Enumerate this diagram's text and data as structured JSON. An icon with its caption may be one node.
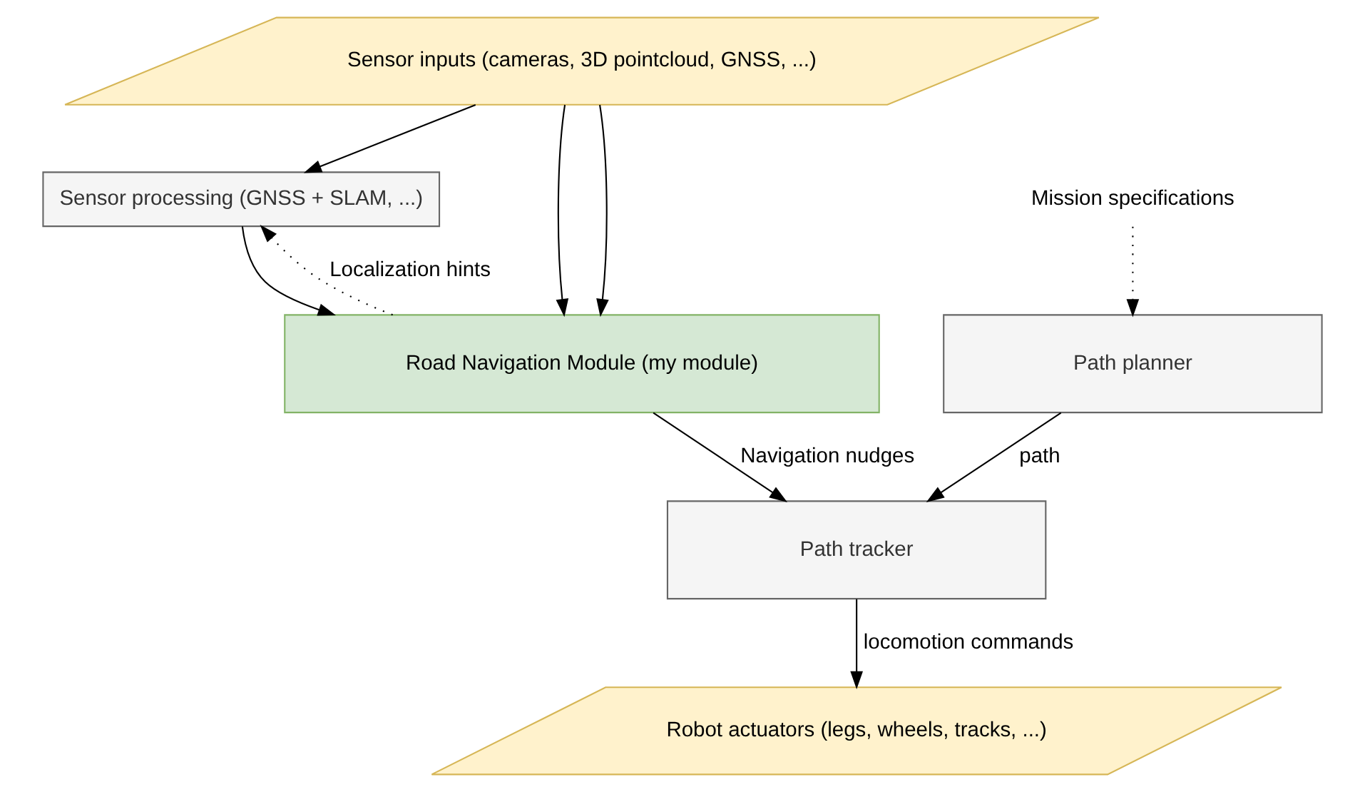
{
  "diagram": {
    "nodes": [
      {
        "text": [
          "Sensor inputs (cameras, 3D pointcloud, GNSS, ...)"
        ]
      },
      {
        "text": [
          "Sensor processing (GNSS + SLAM, ...)"
        ]
      },
      {
        "text": [
          "Road Navigation Module (my module)"
        ]
      },
      {
        "text": [
          "Mission specifications"
        ]
      },
      {
        "text": [
          "Path planner"
        ]
      },
      {
        "text": [
          "Path tracker"
        ]
      },
      {
        "text": [
          "Robot actuators (legs, wheels, tracks, ...)"
        ]
      }
    ],
    "edges": [
      {
        "from": 0,
        "to": 1,
        "arrow": "to"
      },
      {
        "from": 0,
        "to": 2,
        "arrow": "to"
      },
      {
        "from": 0,
        "to": 2,
        "arrow": "to"
      },
      {
        "from": 1,
        "to": 2,
        "arrow": "to"
      },
      {
        "from": 2,
        "to": 1,
        "arrow": "to",
        "label": "Localization hints",
        "style": "dashed"
      },
      {
        "from": 3,
        "to": 4,
        "arrow": "to",
        "style": "dashed"
      },
      {
        "from": 4,
        "to": 5,
        "arrow": "to",
        "label": "path"
      },
      {
        "from": 2,
        "to": 5,
        "arrow": "to",
        "label": "Navigation nudges"
      },
      {
        "from": 5,
        "to": 6,
        "arrow": "to",
        "label": "locomotion commands"
      }
    ]
  }
}
